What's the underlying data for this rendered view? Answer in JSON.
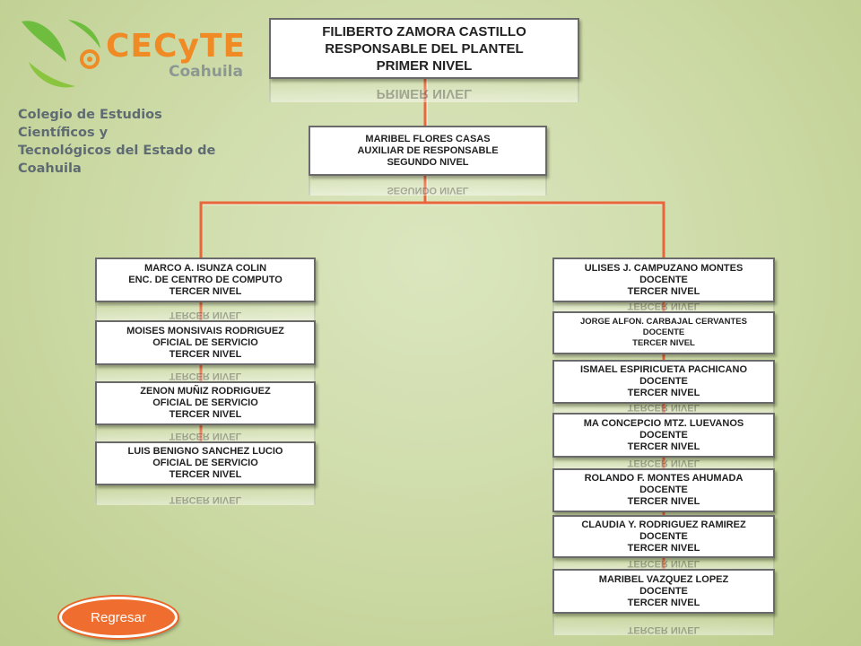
{
  "logo": {
    "brand": "CECyTE",
    "region": "Coahuila",
    "college_line1": "Colegio de Estudios Científicos y",
    "college_line2": "Tecnológicos del Estado de Coahuila"
  },
  "org": {
    "top": [
      "FILIBERTO ZAMORA CASTILLO",
      "RESPONSABLE DEL PLANTEL",
      "PRIMER NIVEL"
    ],
    "second": [
      "MARIBEL  FLORES CASAS",
      "AUXILIAR DE RESPONSABLE",
      "SEGUNDO NIVEL"
    ],
    "left": [
      [
        "MARCO A.   ISUNZA COLIN",
        "ENC. DE CENTRO DE COMPUTO",
        "TERCER NIVEL"
      ],
      [
        "MOISES  MONSIVAIS RODRIGUEZ",
        "OFICIAL DE SERVICIO",
        "TERCER NIVEL"
      ],
      [
        "ZENON  MUÑIZ RODRIGUEZ",
        "OFICIAL DE SERVICIO",
        "TERCER NIVEL"
      ],
      [
        "LUIS BENIGNO  SANCHEZ LUCIO",
        "OFICIAL DE SERVICIO",
        "TERCER NIVEL"
      ]
    ],
    "right": [
      [
        "ULISES J. CAMPUZANO MONTES",
        "DOCENTE",
        "TERCER NIVEL"
      ],
      [
        "JORGE ALFON. CARBAJAL CERVANTES",
        "DOCENTE",
        "TERCER NIVEL"
      ],
      [
        "ISMAEL  ESPIRICUETA PACHICANO",
        "DOCENTE",
        "TERCER NIVEL"
      ],
      [
        "MA CONCEPCIO MTZ. LUEVANOS",
        "DOCENTE",
        "TERCER NIVEL"
      ],
      [
        "ROLANDO F. MONTES AHUMADA",
        "DOCENTE",
        "TERCER NIVEL"
      ],
      [
        "CLAUDIA Y. RODRIGUEZ RAMIREZ",
        "DOCENTE",
        "TERCER NIVEL"
      ],
      [
        "MARIBEL  VAZQUEZ LOPEZ",
        "DOCENTE",
        "TERCER NIVEL"
      ]
    ]
  },
  "reflections": {
    "top": "PRIMER NIVEL",
    "second": "SEGUNDO NIVEL",
    "third": "TERCER NIVEL"
  },
  "buttons": {
    "back_label": "Regresar"
  },
  "colors": {
    "connector": "#e8663a",
    "background": "#cfdcaa",
    "button": "#ef6d2f",
    "logo_orange": "#f08a24",
    "logo_green": "#6fbd3f",
    "logo_gray": "#5f6b72"
  }
}
